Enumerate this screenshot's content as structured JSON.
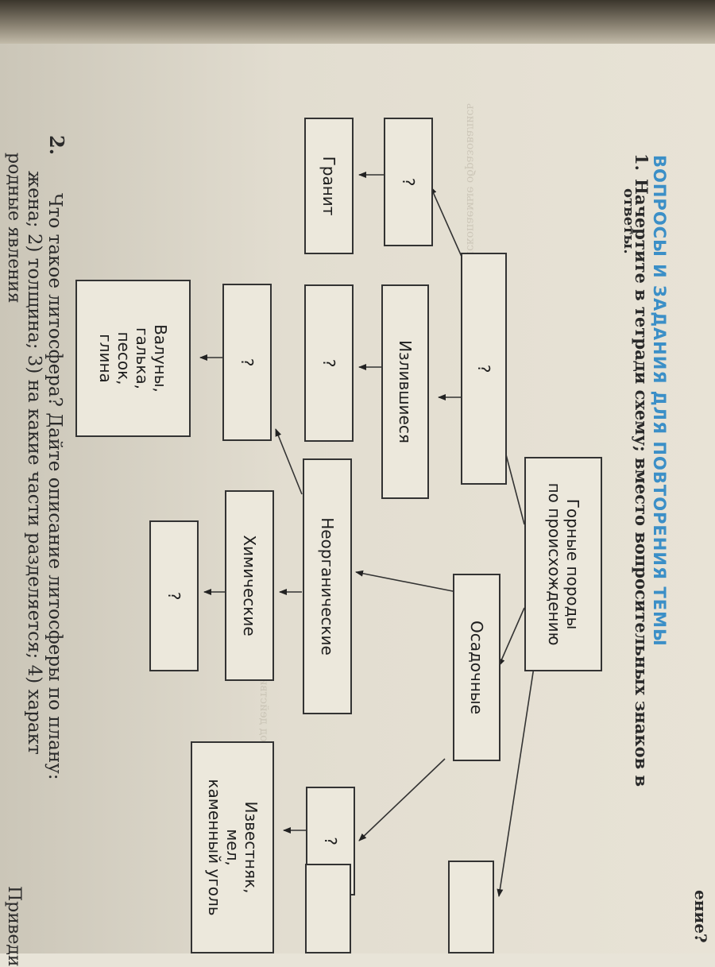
{
  "heading": "ВОПРОСЫ И ЗАДАНИЯ ДЛЯ ПОВТОРЕНИЯ ТЕМЫ",
  "task1": {
    "number": "1.",
    "text_line1": "Начертите в тетради схему; вместо вопросительных знаков в",
    "text_line2": "ответы."
  },
  "task2": {
    "number": "2.",
    "text_line1": "Что такое литосфера? Дайте описание литосферы по плану:",
    "text_line2": "жена; 2) толщина; 3) на какие части разделяется; 4) характ",
    "text_line3": "родные явления",
    "text_side": "Приведи"
  },
  "top_fragment": "ениe?",
  "diagram": {
    "root": "Горные породы\nпо происхождению",
    "magmatic": "?",
    "left_unknown": "?",
    "granite": "Гранит",
    "effusive": "Излившиеся",
    "effusive_child": "?",
    "sedimentary": "Осадочные",
    "inorganic": "Неорганические",
    "clastic": "?",
    "clastic_examples": "Валуны,\nгалька,\nпесок,\nглина",
    "chemical": "Химические",
    "chemical_child": "?",
    "organic": "?",
    "organic_examples": "Известняк,\nмел,\nкаменный уголь",
    "metamorphic": "",
    "metamorphic_child": ""
  }
}
